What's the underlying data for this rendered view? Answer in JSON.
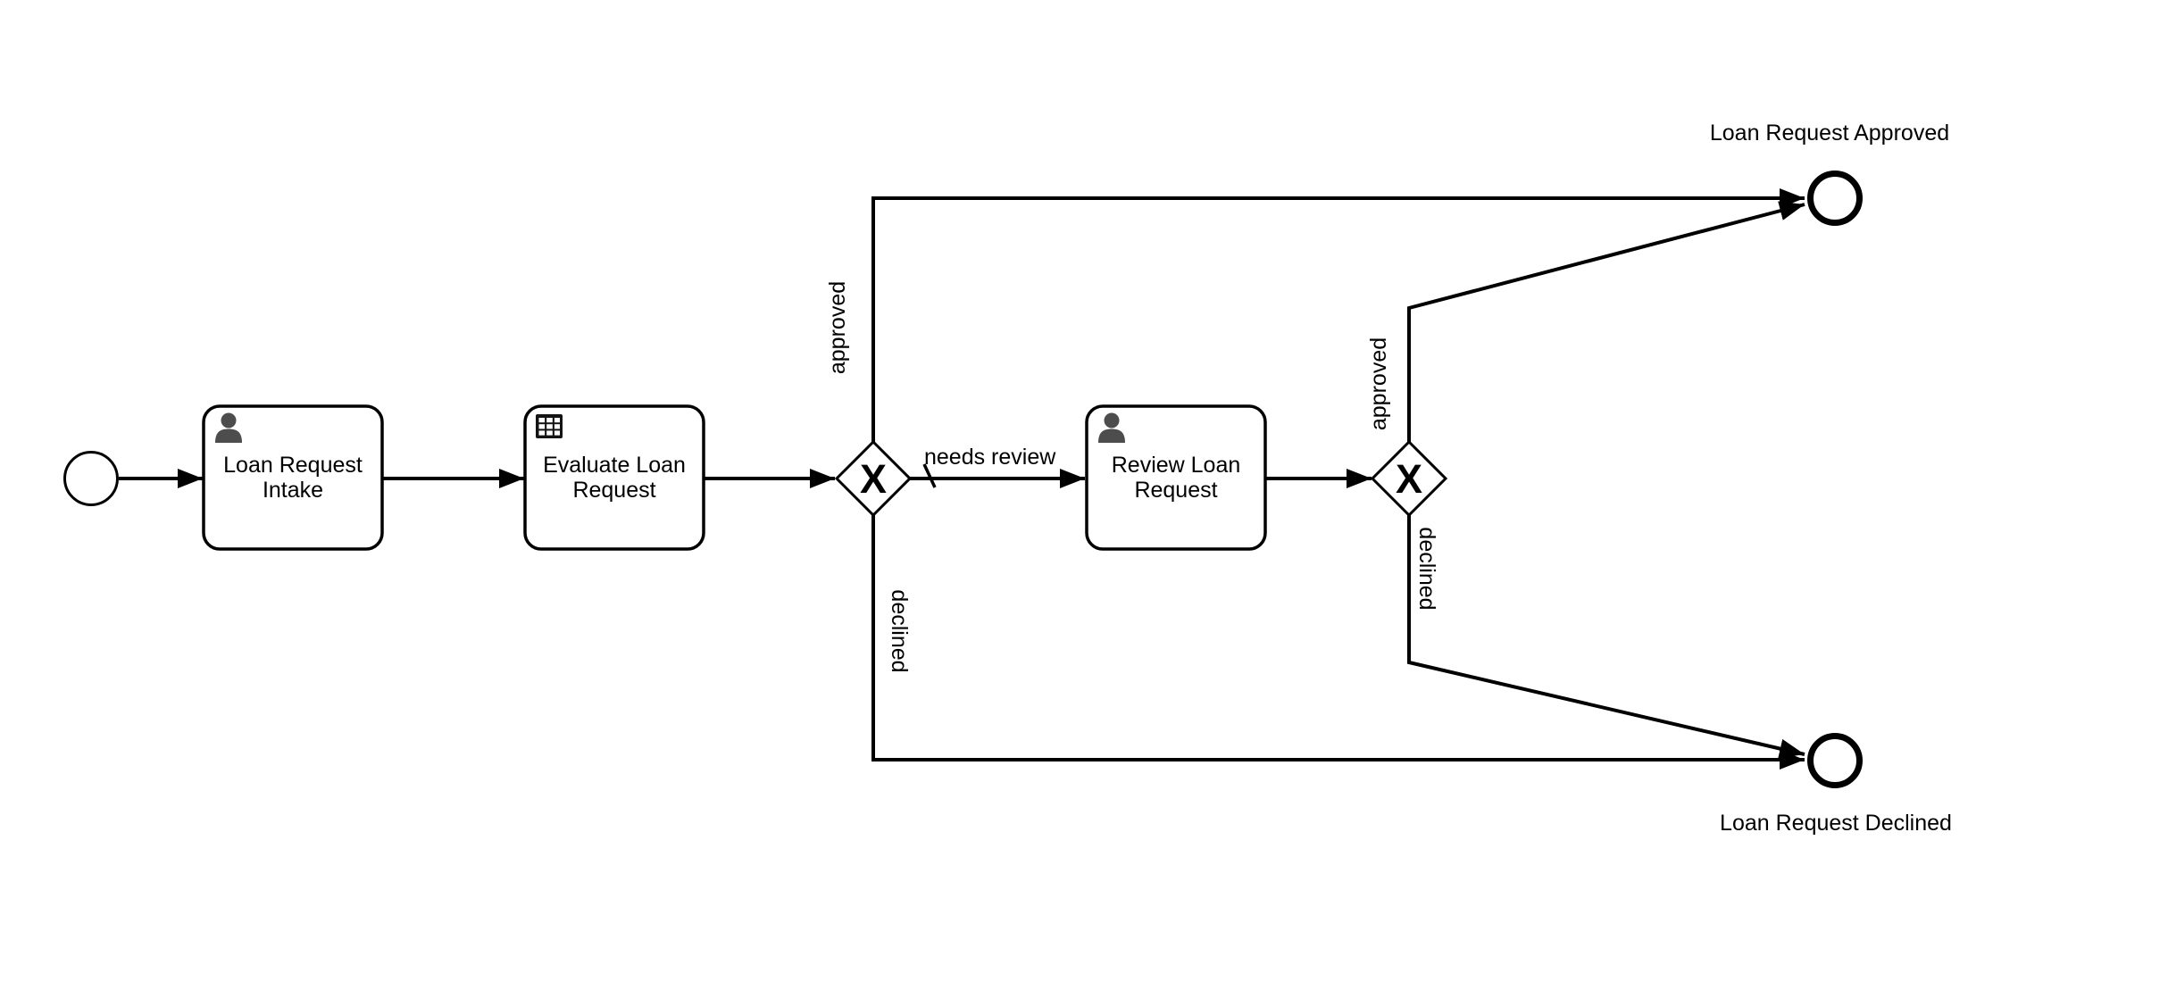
{
  "diagram": {
    "type": "bpmn-process",
    "background": "#ffffff",
    "line_color": "#000000",
    "text_color": "#000000",
    "user_icon_color": "#4d4d4d",
    "rule_icon_color": "#141414"
  },
  "nodes": {
    "start_event": {
      "type": "start-event"
    },
    "task_intake": {
      "type": "user-task",
      "icon": "user-icon",
      "label": "Loan Request Intake",
      "line1": "Loan Request",
      "line2": "Intake"
    },
    "task_evaluate": {
      "type": "business-rule-task",
      "icon": "business-rule-icon",
      "label": "Evaluate Loan Request",
      "line1": "Evaluate Loan",
      "line2": "Request"
    },
    "gateway_first": {
      "type": "exclusive-gateway",
      "marker": "X"
    },
    "task_review": {
      "type": "user-task",
      "icon": "user-icon",
      "label": "Review Loan Request",
      "line1": "Review Loan",
      "line2": "Request"
    },
    "gateway_second": {
      "type": "exclusive-gateway",
      "marker": "X"
    },
    "end_approved": {
      "type": "end-event",
      "label": "Loan Request Approved"
    },
    "end_declined": {
      "type": "end-event",
      "label": "Loan Request Declined"
    }
  },
  "edges": {
    "approved_first": {
      "label": "approved"
    },
    "needs_review": {
      "label": "needs review",
      "default_flow_marker": true
    },
    "declined_first": {
      "label": "declined"
    },
    "approved_second": {
      "label": "approved"
    },
    "declined_second": {
      "label": "declined"
    }
  }
}
